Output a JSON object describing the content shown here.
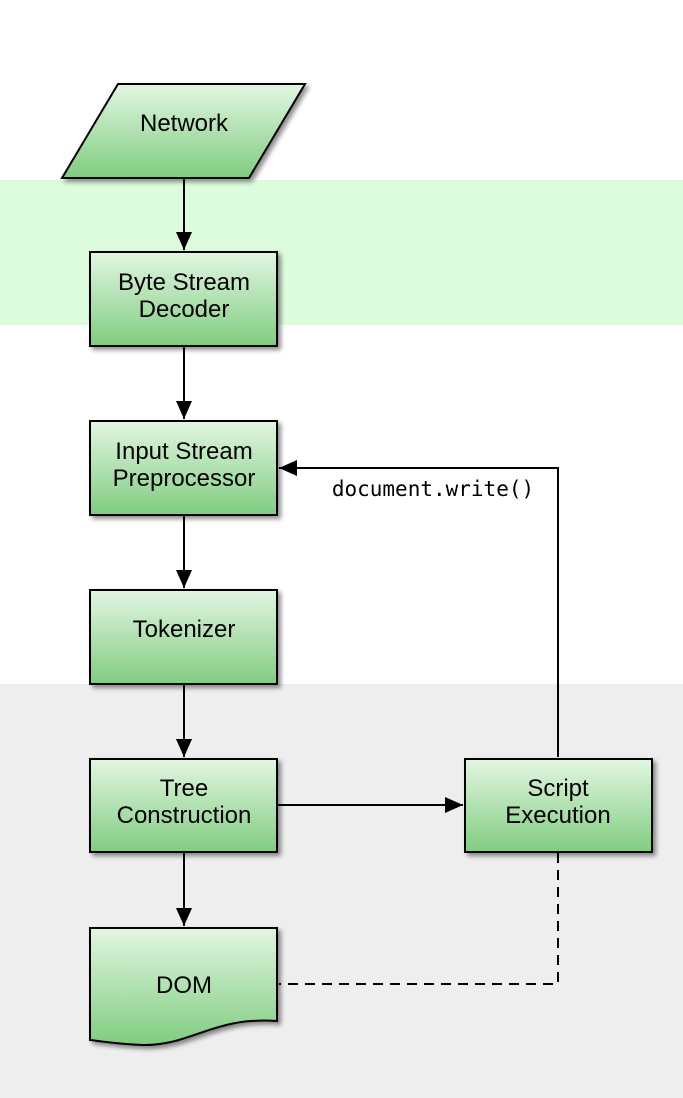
{
  "diagram": {
    "nodes": {
      "network": {
        "lines": [
          "Network"
        ],
        "shape": "parallelogram"
      },
      "byte_stream_decoder": {
        "lines": [
          "Byte Stream",
          "Decoder"
        ],
        "shape": "box"
      },
      "input_stream_preprocessor": {
        "lines": [
          "Input Stream",
          "Preprocessor"
        ],
        "shape": "box"
      },
      "tokenizer": {
        "lines": [
          "Tokenizer"
        ],
        "shape": "box"
      },
      "tree_construction": {
        "lines": [
          "Tree",
          "Construction"
        ],
        "shape": "box"
      },
      "script_execution": {
        "lines": [
          "Script",
          "Execution"
        ],
        "shape": "box"
      },
      "dom": {
        "lines": [
          "DOM"
        ],
        "shape": "document"
      }
    },
    "edges": [
      {
        "from": "network",
        "to": "byte_stream_decoder",
        "style": "solid"
      },
      {
        "from": "byte_stream_decoder",
        "to": "input_stream_preprocessor",
        "style": "solid"
      },
      {
        "from": "input_stream_preprocessor",
        "to": "tokenizer",
        "style": "solid"
      },
      {
        "from": "tokenizer",
        "to": "tree_construction",
        "style": "solid"
      },
      {
        "from": "tree_construction",
        "to": "dom",
        "style": "solid"
      },
      {
        "from": "tree_construction",
        "to": "script_execution",
        "style": "solid"
      },
      {
        "from": "script_execution",
        "to": "input_stream_preprocessor",
        "style": "solid",
        "label": "document.write()"
      },
      {
        "from": "script_execution",
        "to": "dom",
        "style": "dashed"
      }
    ],
    "colors": {
      "node_fill_top": "#e2f6e2",
      "node_fill_bottom": "#80cc80",
      "band_green": "#ddfbdd",
      "band_gray": "#eeeeee",
      "stroke": "#000000"
    }
  }
}
